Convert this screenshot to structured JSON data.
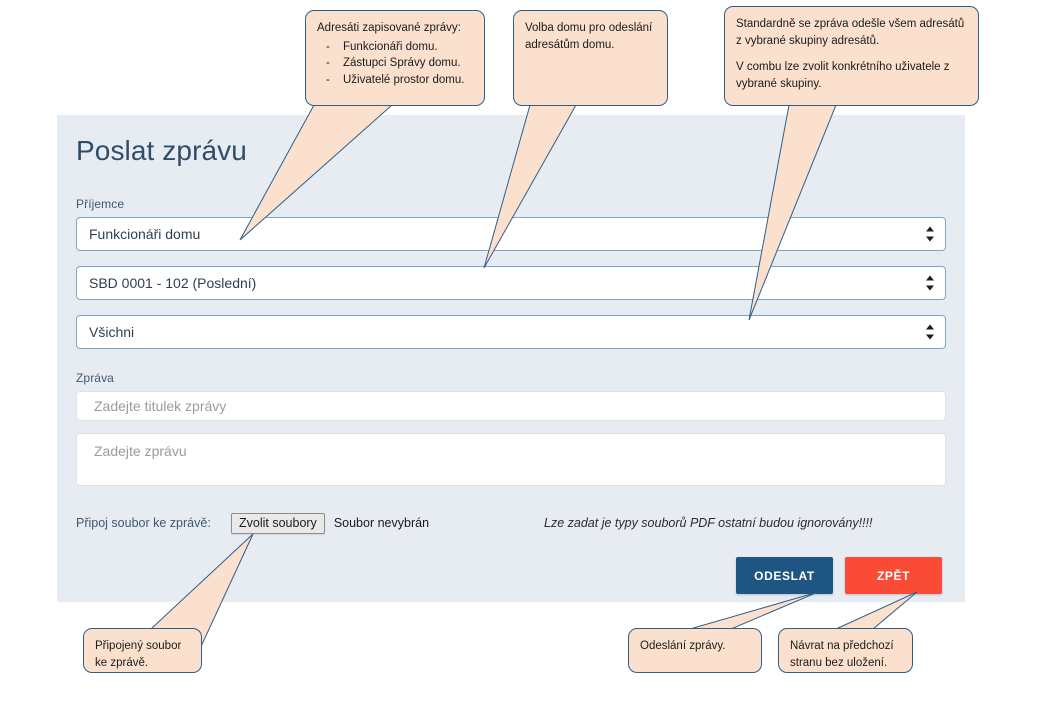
{
  "form": {
    "title": "Poslat zprávu",
    "recipient_label": "Příjemce",
    "recipient_group_value": "Funkcionáři domu",
    "house_value": "SBD 0001 - 102 (Poslední)",
    "user_value": "Všichni",
    "message_label": "Zpráva",
    "subject_placeholder": "Zadejte titulek zprávy",
    "body_placeholder": "Zadejte zprávu",
    "attach_label": "Připoj soubor ke zprávě:",
    "file_button_label": "Zvolit soubory",
    "file_status": "Soubor nevybrán",
    "file_note": "Lze zadat je typy souborů PDF ostatní budou ignorovány!!!!",
    "send_label": "ODESLAT",
    "back_label": "ZPĚT",
    "panel_bg": "#e7ebf2",
    "send_color": "#1f5582",
    "back_color": "#fa4b36",
    "title_color": "#2f4d6b",
    "select_border": "#7fa5c4",
    "dropdown_icon": "updown-chevron-icon"
  },
  "callouts": {
    "recipients": {
      "heading": "Adresáti zapisované zprávy:",
      "items": [
        "Funkcionáři domu.",
        "Zástupci Správy domu.",
        "Uživatelé prostor domu."
      ]
    },
    "house": {
      "text": "Volba domu pro odeslání adresátům domu."
    },
    "user": {
      "line1": "Standardně se zpráva odešle všem adresátů z vybrané skupiny adresátů.",
      "line2": "V combu lze zvolit konkrétního uživatele z vybrané skupiny."
    },
    "attachment": {
      "text": "Připojený soubor ke zprávě."
    },
    "send": {
      "text": "Odeslání zprávy."
    },
    "back": {
      "text": "Návrat na předchozí stranu bez uložení."
    }
  },
  "style": {
    "callout_fill": "#fbe1cd",
    "callout_border": "#2e5f8a"
  }
}
